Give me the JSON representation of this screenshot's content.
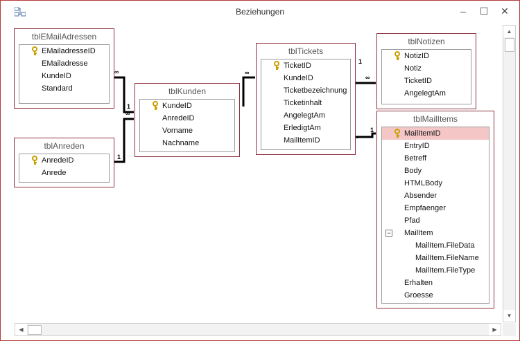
{
  "window": {
    "title": "Beziehungen"
  },
  "controls": {
    "minimize": "–",
    "maximize": "☐",
    "close": "✕"
  },
  "tables": {
    "emailadressen": {
      "name": "tblEMailAdressen",
      "fields": [
        "EMailadresseID",
        "EMailadresse",
        "KundeID",
        "Standard"
      ]
    },
    "anreden": {
      "name": "tblAnreden",
      "fields": [
        "AnredeID",
        "Anrede"
      ]
    },
    "kunden": {
      "name": "tblKunden",
      "fields": [
        "KundeID",
        "AnredeID",
        "Vorname",
        "Nachname"
      ]
    },
    "tickets": {
      "name": "tblTickets",
      "fields": [
        "TicketID",
        "KundeID",
        "Ticketbezeichnung",
        "Ticketinhalt",
        "AngelegtAm",
        "ErledigtAm",
        "MailItemID"
      ]
    },
    "notizen": {
      "name": "tblNotizen",
      "fields": [
        "NotizID",
        "Notiz",
        "TicketID",
        "AngelegtAm"
      ]
    },
    "mailitems": {
      "name": "tblMailItems",
      "fields": [
        "MailItemID",
        "EntryID",
        "Betreff",
        "Body",
        "HTMLBody",
        "Absender",
        "Empfaenger",
        "Pfad",
        "MailItem",
        "MailItem.FileData",
        "MailItem.FileName",
        "MailItem.FileType",
        "Erhalten",
        "Groesse"
      ],
      "expander": "−"
    }
  },
  "relationships": {
    "one": "1",
    "many": "∞"
  },
  "icons": {
    "primary_key": "key-icon",
    "app": "relationships-icon"
  }
}
